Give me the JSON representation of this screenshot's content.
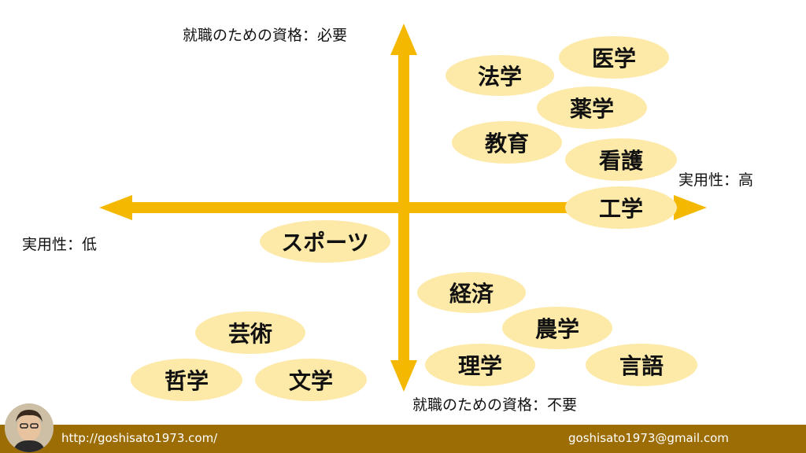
{
  "axes": {
    "top": "就職のための資格：必要",
    "bottom": "就職のための資格：不要",
    "left": "実用性：低",
    "right": "実用性：高"
  },
  "subjects": {
    "law": "法学",
    "medicine": "医学",
    "pharmacy": "薬学",
    "education": "教育",
    "nursing": "看護",
    "engineering": "工学",
    "sports": "スポーツ",
    "economics": "経済",
    "agriculture": "農学",
    "science": "理学",
    "language": "言語",
    "arts": "芸術",
    "philosophy": "哲学",
    "literature": "文学"
  },
  "colors": {
    "arrow": "#f5b800",
    "bubble": "#fde9a8",
    "footer": "#9c6d05"
  },
  "footer": {
    "website": "http://goshisato1973.com/",
    "email": "goshisato1973@gmail.com"
  }
}
